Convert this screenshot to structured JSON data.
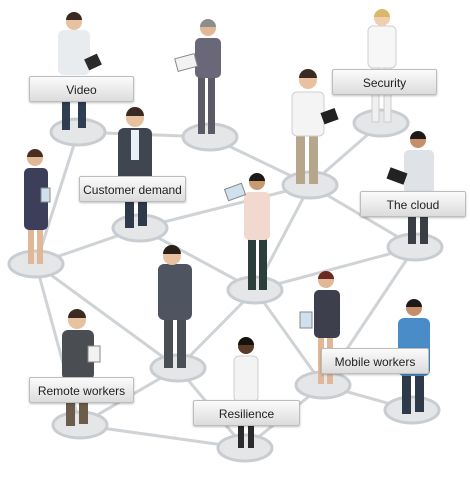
{
  "labels": {
    "video": "Video",
    "security": "Security",
    "customer_demand": "Customer demand",
    "the_cloud": "The cloud",
    "mobile_workers": "Mobile workers",
    "remote_workers": "Remote workers",
    "resilience": "Resilience"
  },
  "colors": {
    "connector": "#cfd3d6",
    "node_disc": "#e4e6e8",
    "node_ring": "#c9cdd1",
    "suit_dark": "#4a4f55",
    "skin": "#e8c2a0",
    "label_text": "#222222"
  }
}
